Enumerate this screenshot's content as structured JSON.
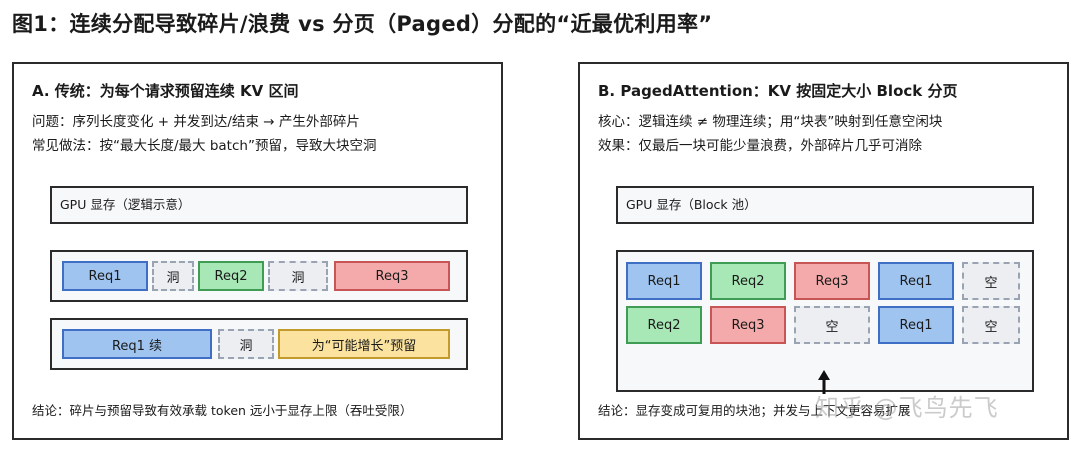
{
  "title": "图1：连续分配导致碎片/浪费 vs 分页（Paged）分配的“近最优利用率”",
  "panel_a": {
    "heading": "A. 传统：为每个请求预留连续 KV 区间",
    "line1": "问题：序列长度变化 + 并发到达/结束 → 产生外部碎片",
    "line2": "常见做法：按“最大长度/最大 batch”预留，导致大块空洞",
    "gpu_label": "GPU 显存（逻辑示意）",
    "row1": [
      {
        "label": "Req1",
        "kind": "blue"
      },
      {
        "label": "洞",
        "kind": "hole"
      },
      {
        "label": "Req2",
        "kind": "green"
      },
      {
        "label": "洞",
        "kind": "hole"
      },
      {
        "label": "Req3",
        "kind": "red"
      }
    ],
    "row2": [
      {
        "label": "Req1 续",
        "kind": "blue"
      },
      {
        "label": "洞",
        "kind": "hole"
      },
      {
        "label": "为“可能增长”预留",
        "kind": "yellow"
      }
    ],
    "conclusion": "结论：碎片与预留导致有效承载 token 远小于显存上限（吞吐受限）"
  },
  "panel_b": {
    "heading": "B. PagedAttention：KV 按固定大小 Block 分页",
    "line1": "核心：逻辑连续 ≠ 物理连续；用“块表”映射到任意空闲块",
    "line2": "效果：仅最后一块可能少量浪费，外部碎片几乎可消除",
    "gpu_label": "GPU 显存（Block 池）",
    "grid_row1": [
      {
        "label": "Req1",
        "kind": "blue"
      },
      {
        "label": "Req2",
        "kind": "green"
      },
      {
        "label": "Req3",
        "kind": "red"
      },
      {
        "label": "Req1",
        "kind": "blue"
      },
      {
        "label": "空",
        "kind": "hole"
      }
    ],
    "grid_row2": [
      {
        "label": "Req2",
        "kind": "green"
      },
      {
        "label": "Req3",
        "kind": "red"
      },
      {
        "label": "空",
        "kind": "hole"
      },
      {
        "label": "Req1",
        "kind": "blue"
      },
      {
        "label": "空",
        "kind": "hole"
      }
    ],
    "conclusion": "结论：显存变成可复用的块池；并发与上下文更容易扩展"
  },
  "watermark": "知乎 @飞鸟先飞"
}
